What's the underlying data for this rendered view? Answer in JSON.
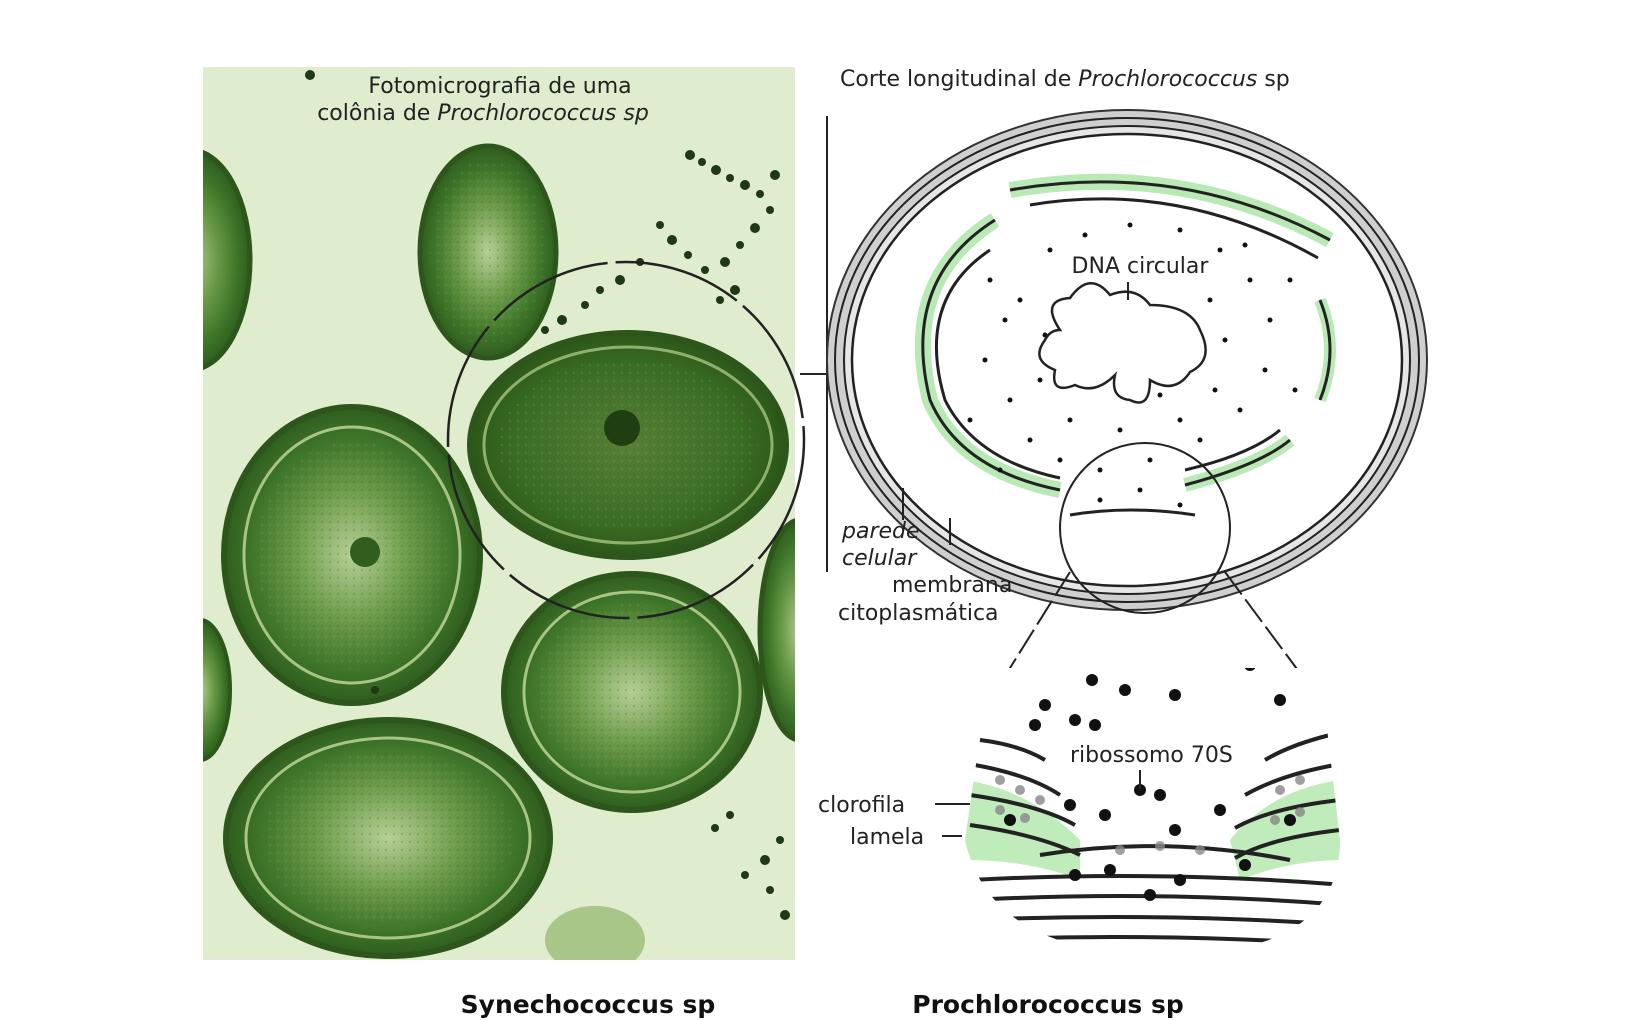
{
  "micrograph": {
    "title_line1": "Fotomicrografia de uma",
    "title_line2_prefix": "colônia de ",
    "title_line2_species": "Prochlorococcus sp"
  },
  "section": {
    "title_prefix": "Corte longitudinal de ",
    "title_species": "Prochlorococcus",
    "title_suffix": " sp"
  },
  "labels": {
    "dna": "DNA circular",
    "wall_line1": "parede",
    "wall_line2": "celular",
    "membrane_line1": "membrana",
    "membrane_line2": "citoplasmática",
    "ribosome": "ribossomo 70S",
    "chlorophyll": "clorofila",
    "lamella": "lamela"
  },
  "captions": {
    "left": "Synechococcus sp",
    "right": "Prochlorococcus sp"
  },
  "colors": {
    "cell_green": "#3f7a2a",
    "background_green": "#dfeccd",
    "chlorophyll_green": "#b9e9b4",
    "ink": "#222222"
  }
}
